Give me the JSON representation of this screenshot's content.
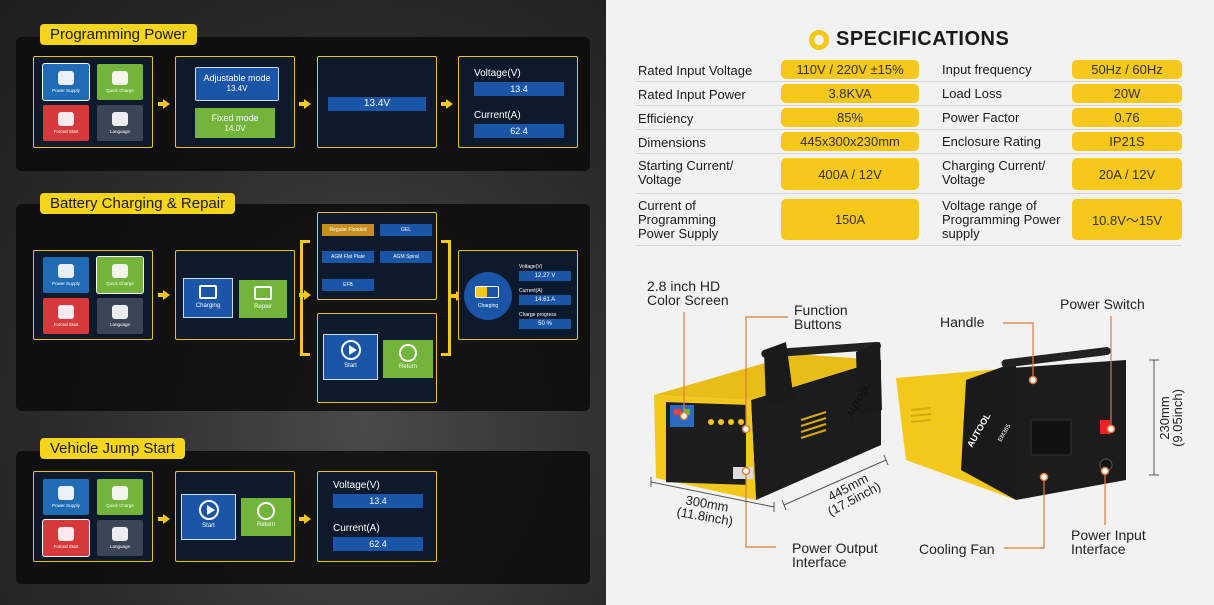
{
  "left": {
    "sections": [
      {
        "title": "Programming Power"
      },
      {
        "title": "Battery Charging & Repair"
      },
      {
        "title": "Vehicle Jump Start"
      }
    ],
    "menu_tiles": [
      {
        "label": "Power Supply",
        "color": "#1f6cb5"
      },
      {
        "label": "Quick Charge",
        "color": "#72b53a"
      },
      {
        "label": "Forced Start",
        "color": "#d6393c"
      },
      {
        "label": "Language",
        "color": "#3b4556"
      }
    ],
    "pp": {
      "adjustable_label": "Adjustable mode",
      "adjustable_value": "13.4V",
      "fixed_label": "Fixed mode",
      "fixed_value": "14.0V",
      "screen_value": "13.4V",
      "voltage_label": "Voltage(V)",
      "voltage_value": "13.4",
      "current_label": "Current(A)",
      "current_value": "62.4"
    },
    "bc": {
      "charging_label": "Charging",
      "repair_label": "Repair",
      "battery_types": [
        "Regular Flooded",
        "GEL",
        "AGM Flat Plate",
        "AGM Spiral",
        "EFB"
      ],
      "start_label": "Start",
      "return_label": "Return",
      "status_label": "Charging",
      "voltage_label": "Voltage(V)",
      "voltage_value": "12.27 V",
      "current_label": "Current(A)",
      "current_value": "14.61 A",
      "progress_label": "Charge progress",
      "progress_value": "50 %"
    },
    "js": {
      "start_label": "Start",
      "return_label": "Return",
      "voltage_label": "Voltage(V)",
      "voltage_value": "13.4",
      "current_label": "Current(A)",
      "current_value": "62.4"
    }
  },
  "specs": {
    "title": "SPECIFICATIONS",
    "rows": [
      {
        "l1": "Rated Input Voltage",
        "v1": "110V / 220V ±15%",
        "l2": "Input frequency",
        "v2": "50Hz / 60Hz"
      },
      {
        "l1": "Rated Input Power",
        "v1": "3.8KVA",
        "l2": "Load Loss",
        "v2": "20W"
      },
      {
        "l1": "Efficiency",
        "v1": "85%",
        "l2": "Power Factor",
        "v2": "0.76"
      },
      {
        "l1": "Dimensions",
        "v1": "445x300x230mm",
        "l2": "Enclosure Rating",
        "v2": "IP21S"
      },
      {
        "l1": "Starting Current/ Voltage",
        "v1": "400A / 12V",
        "l2": "Charging Current/ Voltage",
        "v2": "20A / 12V"
      },
      {
        "l1": "Current of Programming Power Supply",
        "v1": "150A",
        "l2": "Voltage range of Programming Power supply",
        "v2": "10.8V～15V"
      }
    ]
  },
  "product": {
    "brand": "AUTOOL",
    "model": "EM365",
    "callouts": {
      "screen": "2.8 inch HD Color Screen",
      "buttons": "Function Buttons",
      "handle": "Handle",
      "power_switch": "Power Switch",
      "power_output": "Power Output Interface",
      "cooling_fan": "Cooling Fan",
      "power_input": "Power Input Interface"
    },
    "dims": {
      "width": "300mm (11.8inch)",
      "depth": "445mm (17.5inch)",
      "height": "230mm (9.05inch)"
    }
  }
}
